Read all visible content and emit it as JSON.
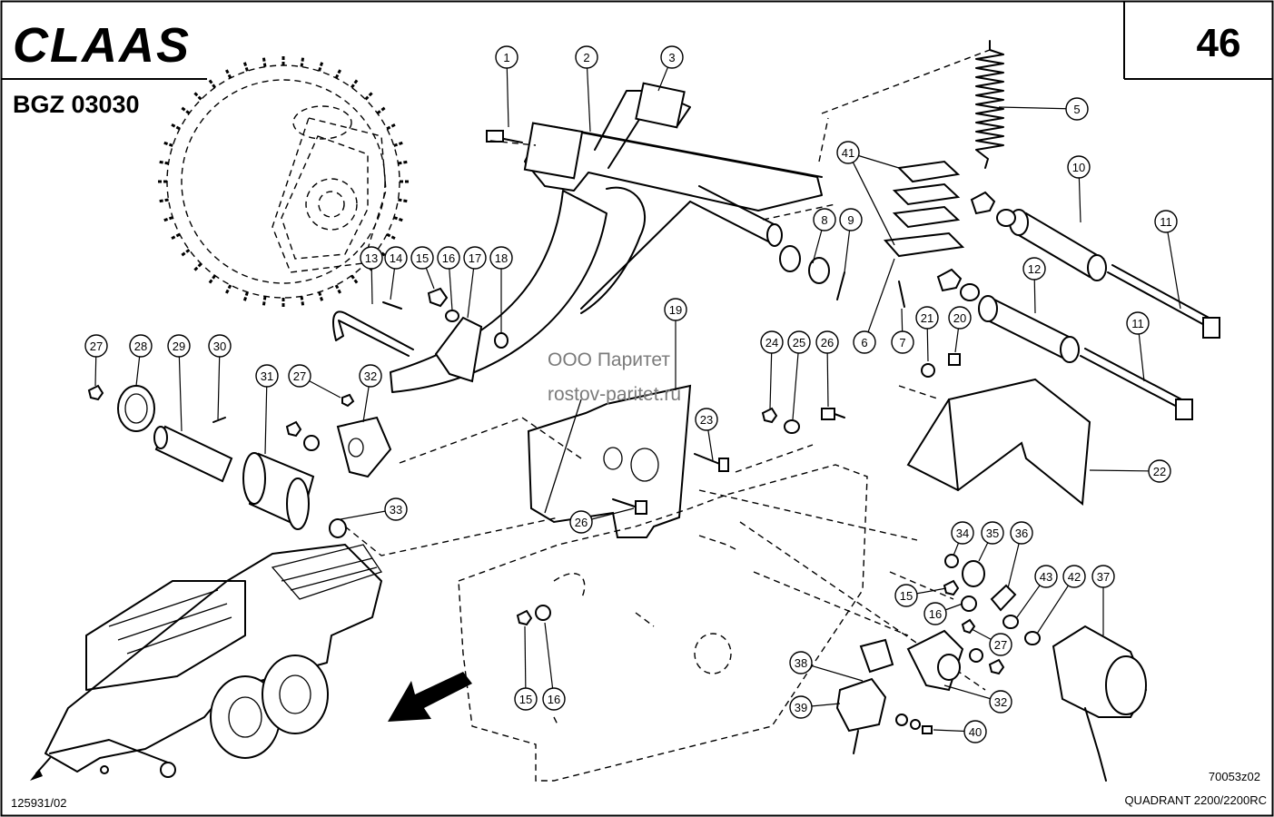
{
  "header": {
    "brand": "CLAAS",
    "page_number": "46",
    "group_code": "BGZ 03030"
  },
  "watermark": {
    "line1": "ООО Паритет",
    "line2": "rostov-paritet.ru"
  },
  "footer": {
    "doc_number": "125931/02",
    "drawing_ref": "70053z02",
    "machine": "QUADRANT 2200/2200RC"
  },
  "callouts": [
    {
      "id": "c1",
      "label": "1"
    },
    {
      "id": "c2",
      "label": "2"
    },
    {
      "id": "c3",
      "label": "3"
    },
    {
      "id": "c5",
      "label": "5"
    },
    {
      "id": "c41",
      "label": "41"
    },
    {
      "id": "c10",
      "label": "10"
    },
    {
      "id": "c8",
      "label": "8"
    },
    {
      "id": "c9",
      "label": "9"
    },
    {
      "id": "c11a",
      "label": "11"
    },
    {
      "id": "c12",
      "label": "12"
    },
    {
      "id": "c11b",
      "label": "11"
    },
    {
      "id": "c6",
      "label": "6"
    },
    {
      "id": "c7",
      "label": "7"
    },
    {
      "id": "c21",
      "label": "21"
    },
    {
      "id": "c20",
      "label": "20"
    },
    {
      "id": "c13",
      "label": "13"
    },
    {
      "id": "c14",
      "label": "14"
    },
    {
      "id": "c15a",
      "label": "15"
    },
    {
      "id": "c16a",
      "label": "16"
    },
    {
      "id": "c17",
      "label": "17"
    },
    {
      "id": "c18",
      "label": "18"
    },
    {
      "id": "c19",
      "label": "19"
    },
    {
      "id": "c24",
      "label": "24"
    },
    {
      "id": "c25",
      "label": "25"
    },
    {
      "id": "c26a",
      "label": "26"
    },
    {
      "id": "c27a",
      "label": "27"
    },
    {
      "id": "c28",
      "label": "28"
    },
    {
      "id": "c29",
      "label": "29"
    },
    {
      "id": "c30",
      "label": "30"
    },
    {
      "id": "c31",
      "label": "31"
    },
    {
      "id": "c27b",
      "label": "27"
    },
    {
      "id": "c32a",
      "label": "32"
    },
    {
      "id": "c23",
      "label": "23"
    },
    {
      "id": "c22",
      "label": "22"
    },
    {
      "id": "c33",
      "label": "33"
    },
    {
      "id": "c26b",
      "label": "26"
    },
    {
      "id": "c34",
      "label": "34"
    },
    {
      "id": "c35",
      "label": "35"
    },
    {
      "id": "c36",
      "label": "36"
    },
    {
      "id": "c15b",
      "label": "15"
    },
    {
      "id": "c43",
      "label": "43"
    },
    {
      "id": "c42",
      "label": "42"
    },
    {
      "id": "c37",
      "label": "37"
    },
    {
      "id": "c16b",
      "label": "16"
    },
    {
      "id": "c27c",
      "label": "27"
    },
    {
      "id": "c38",
      "label": "38"
    },
    {
      "id": "c32b",
      "label": "32"
    },
    {
      "id": "c39",
      "label": "39"
    },
    {
      "id": "c40",
      "label": "40"
    },
    {
      "id": "c15c",
      "label": "15"
    },
    {
      "id": "c16c",
      "label": "16"
    }
  ]
}
